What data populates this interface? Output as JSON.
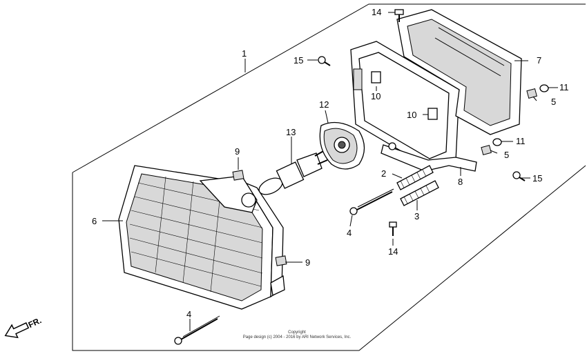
{
  "callouts": [
    {
      "label": "1"
    },
    {
      "label": "2"
    },
    {
      "label": "3"
    },
    {
      "label": "4"
    },
    {
      "label": "4"
    },
    {
      "label": "5"
    },
    {
      "label": "5"
    },
    {
      "label": "6"
    },
    {
      "label": "7"
    },
    {
      "label": "8"
    },
    {
      "label": "9"
    },
    {
      "label": "9"
    },
    {
      "label": "10"
    },
    {
      "label": "10"
    },
    {
      "label": "11"
    },
    {
      "label": "11"
    },
    {
      "label": "12"
    },
    {
      "label": "13"
    },
    {
      "label": "14"
    },
    {
      "label": "14"
    },
    {
      "label": "15"
    },
    {
      "label": "15"
    }
  ],
  "direction_label": "FR.",
  "footer": {
    "line1": "Copyright",
    "line2": "Page design (c) 2004 - 2016 by ARI Network Services, Inc."
  }
}
